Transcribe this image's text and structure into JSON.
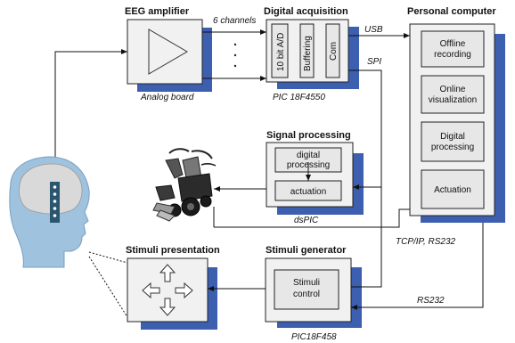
{
  "blocks": {
    "eeg_amplifier": {
      "title": "EEG amplifier",
      "caption": "Analog board"
    },
    "digital_acquisition": {
      "title": "Digital acquisition",
      "caption": "PIC 18F4550",
      "inner": [
        "10 bit A/D",
        "Buffering",
        "Com"
      ]
    },
    "personal_computer": {
      "title": "Personal computer",
      "inner": [
        [
          "Offline",
          "recording"
        ],
        [
          "Online",
          "visualization"
        ],
        [
          "Digital",
          "processing"
        ],
        [
          "Actuation"
        ]
      ]
    },
    "signal_processing": {
      "title": "Signal processing",
      "caption": "dsPIC",
      "inner": [
        [
          "digital",
          "processing"
        ],
        [
          "actuation"
        ]
      ]
    },
    "stimuli_presentation": {
      "title": "Stimuli presentation"
    },
    "stimuli_generator": {
      "title": "Stimuli generator",
      "caption": "PIC18F458",
      "inner": [
        [
          "Stimuli",
          "control"
        ]
      ]
    }
  },
  "connections": {
    "channels": "6 channels",
    "usb": "USB",
    "spi": "SPI",
    "tcpip": "TCP/IP, RS232",
    "rs232": "RS232"
  },
  "colors": {
    "shadow": "#3d5fb0",
    "box_fill": "#f1f1f1",
    "inner_fill": "#e7e7e7",
    "border": "#222222",
    "head_skin": "#9fc2de",
    "brain": "#d9d9d9",
    "electrode_strip": "#2a5670"
  }
}
